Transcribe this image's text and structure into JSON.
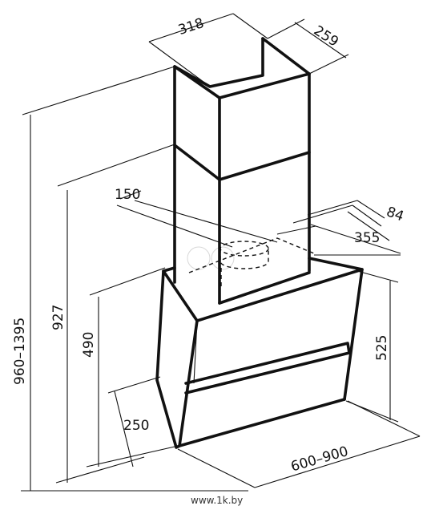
{
  "diagram": {
    "dimensions": {
      "chimney_width": "318",
      "chimney_depth": "259",
      "outlet_diameter": "150",
      "outlet_offset_84": "84",
      "outlet_offset_355": "355",
      "total_height": "960–1395",
      "height_927": "927",
      "height_490": "490",
      "hood_height": "525",
      "hood_depth": "250",
      "hood_width": "600–900"
    },
    "watermark": "www.1k.by"
  },
  "colors": {
    "line": "#111111",
    "background": "#ffffff"
  }
}
